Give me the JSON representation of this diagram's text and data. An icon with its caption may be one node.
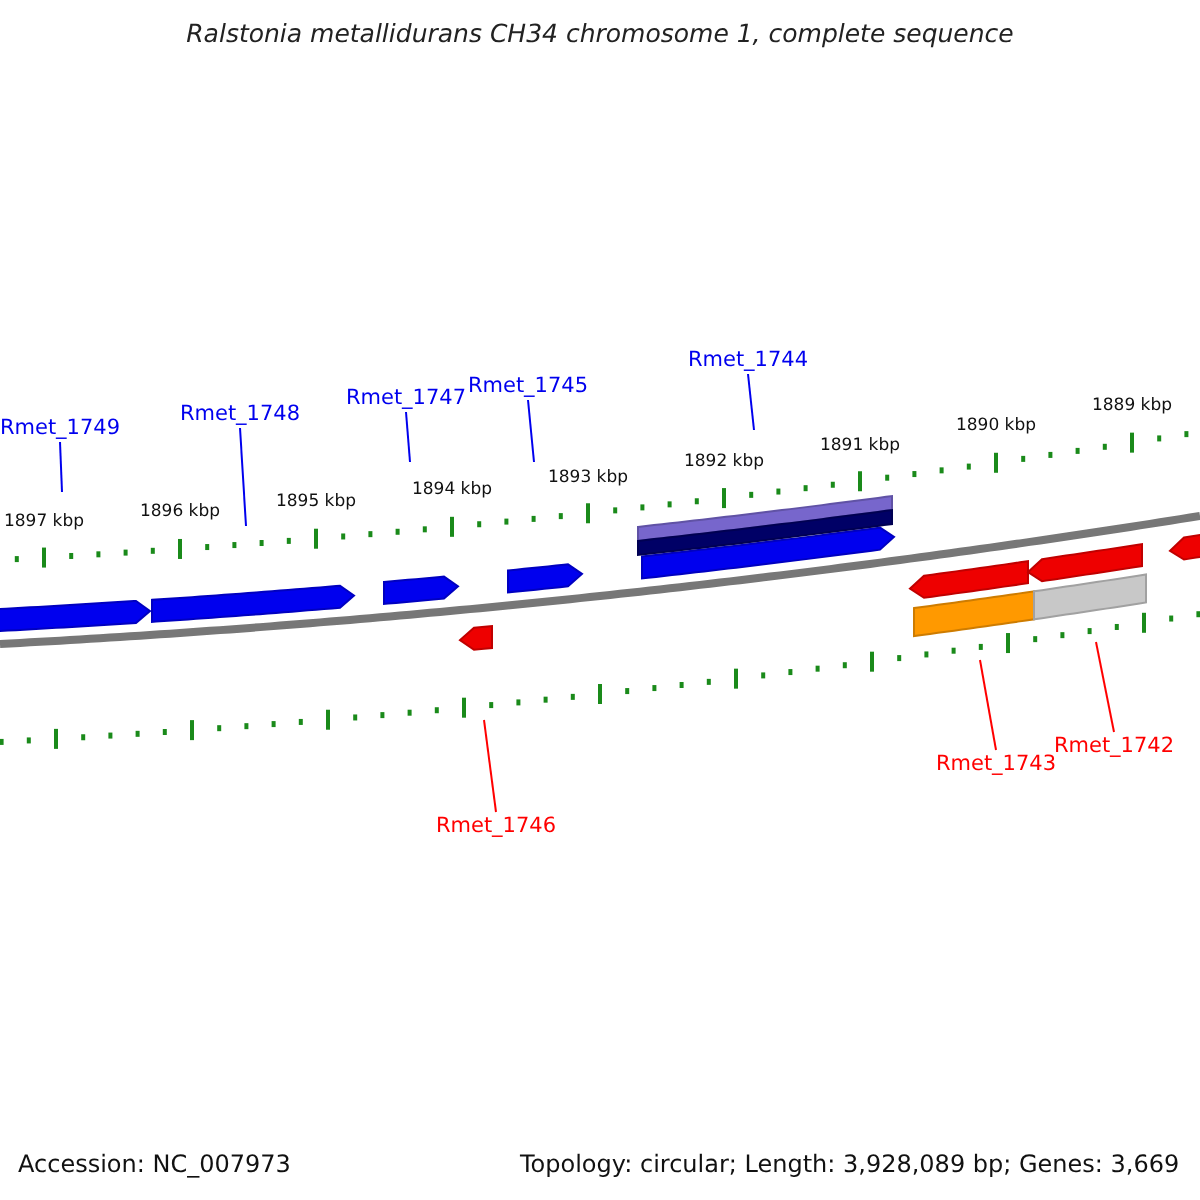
{
  "diagram": {
    "title": "Ralstonia metallidurans CH34 chromosome 1, complete sequence",
    "nodes": [
      {
        "text": [
          "Rmet_1749"
        ]
      },
      {
        "text": [
          "Rmet_1748"
        ]
      },
      {
        "text": [
          "Rmet_1747"
        ]
      },
      {
        "text": [
          "Rmet_1745"
        ]
      },
      {
        "text": [
          "Rmet_1744"
        ]
      },
      {
        "text": [
          "Rmet_1746"
        ]
      },
      {
        "text": [
          "Rmet_1743"
        ]
      },
      {
        "text": [
          "Rmet_1742"
        ]
      }
    ],
    "edges": [
      {
        "from": 0,
        "to": null,
        "arrow": "none"
      },
      {
        "from": 1,
        "to": null,
        "arrow": "none"
      },
      {
        "from": 2,
        "to": null,
        "arrow": "none"
      },
      {
        "from": 3,
        "to": null,
        "arrow": "none"
      },
      {
        "from": 4,
        "to": null,
        "arrow": "none"
      },
      {
        "from": 5,
        "to": null,
        "arrow": "none",
        "color": "#ff0000"
      },
      {
        "from": 6,
        "to": null,
        "arrow": "none",
        "color": "#ff0000"
      },
      {
        "from": 7,
        "to": null,
        "arrow": "none",
        "color": "#ff0000"
      }
    ],
    "labels": [
      "1897 kbp",
      "1896 kbp",
      "1895 kbp",
      "1894 kbp",
      "1893 kbp",
      "1892 kbp",
      "1891 kbp",
      "1890 kbp",
      "1889 kbp",
      "Accession: NC_007973",
      "Topology: circular; Length: 3,928,089 bp; Genes: 3,669"
    ]
  }
}
